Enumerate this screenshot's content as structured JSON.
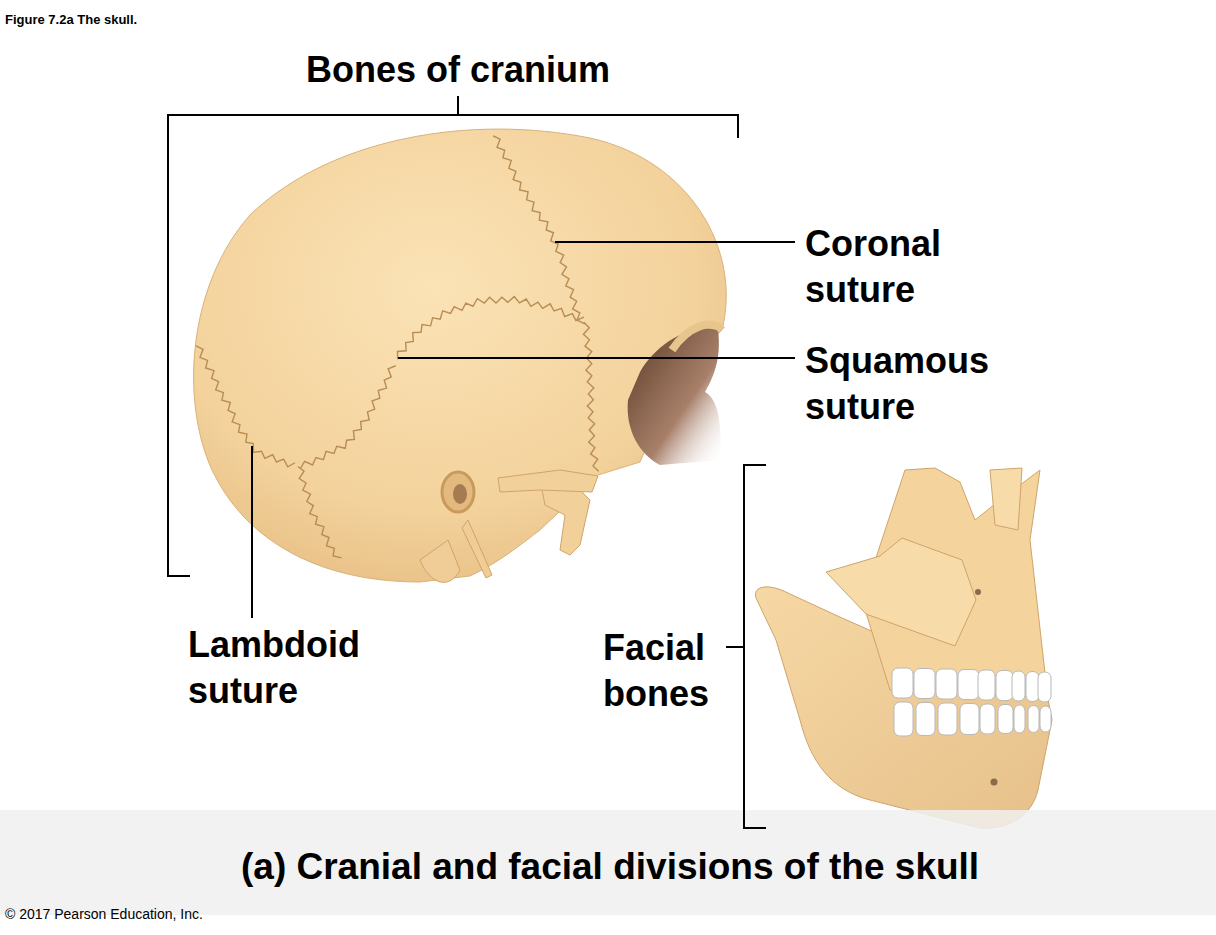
{
  "diagram": {
    "title": "Figure 7.2a The skull.",
    "caption": "(a) Cranial and facial divisions of the skull",
    "labels": [
      "Bones of cranium",
      "Coronal suture",
      "Squamous suture",
      "Lambdoid suture",
      "Facial bones",
      "© 2017 Pearson Education, Inc."
    ]
  }
}
